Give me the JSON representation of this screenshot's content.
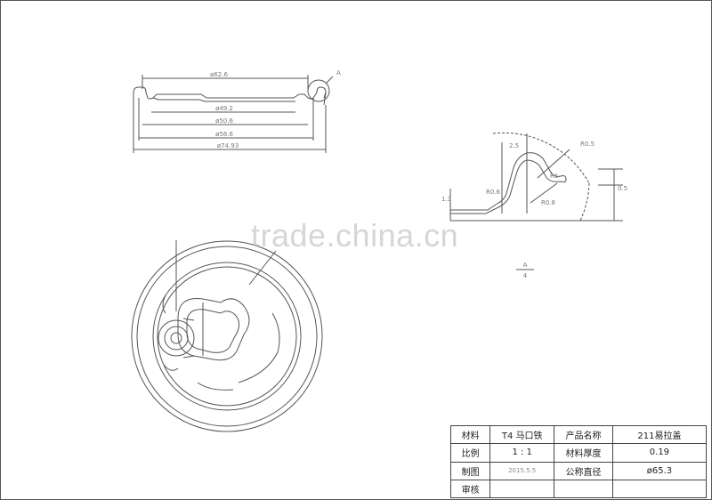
{
  "drawing": {
    "section_dims": [
      "ø62.6",
      "ø49.2",
      "ø50.6",
      "ø58.6",
      "ø74.93"
    ],
    "section_marker": "A",
    "detail_dims": [
      "R0.5",
      "R0.8",
      "R0.6",
      "R1",
      "2.5",
      "1.3",
      "0.5"
    ],
    "view_label_top": "A",
    "view_label_bottom": "4"
  },
  "watermark": "trade.china.cn",
  "title_block": {
    "row1": [
      "材料",
      "T4 马口铁",
      "产品名称",
      "211易拉盖"
    ],
    "row2": [
      "比例",
      "1 : 1",
      "材料厚度",
      "0.19"
    ],
    "row3": [
      "制图",
      "2015.5.5",
      "公称直径",
      "ø65.3"
    ],
    "row4": [
      "审核",
      "",
      "",
      ""
    ]
  }
}
